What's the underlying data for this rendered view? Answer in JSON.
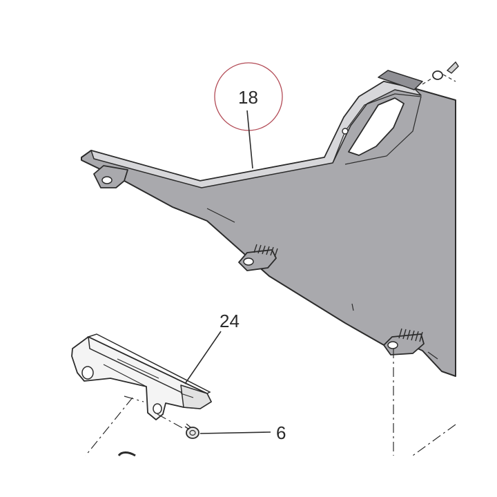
{
  "diagram": {
    "callouts": [
      {
        "id": "part-18",
        "label": "18",
        "highlighted": true
      },
      {
        "id": "part-24",
        "label": "24",
        "highlighted": false
      },
      {
        "id": "part-6",
        "label": "6",
        "highlighted": false
      }
    ]
  },
  "colors": {
    "panel_fill": "#a9a9ad",
    "panel_edge": "#d7d7da",
    "outline": "#2b2b2b",
    "bracket_fill": "#f4f4f4",
    "highlight_circle": "#b24a55",
    "background": "#ffffff"
  }
}
